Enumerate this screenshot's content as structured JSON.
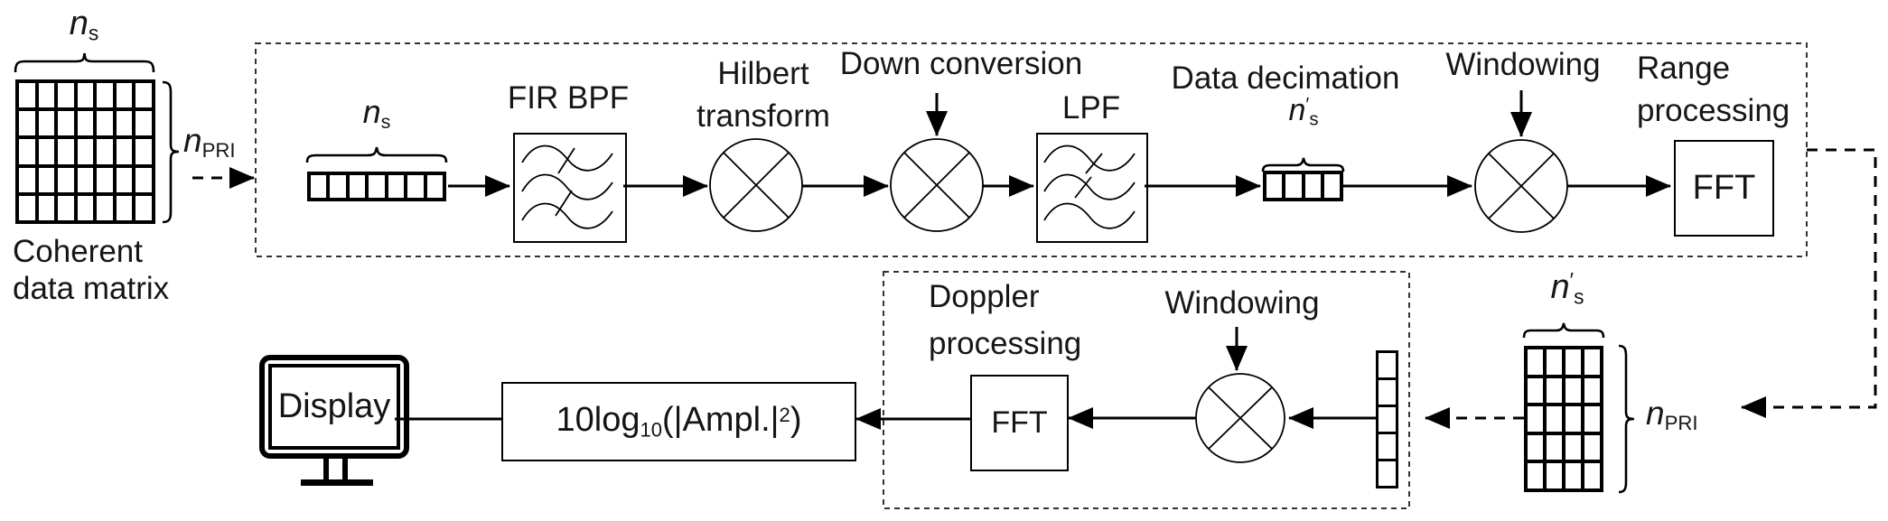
{
  "colors": {
    "ink": "#000000",
    "background": "#ffffff"
  },
  "coherent_matrix": {
    "caption_line1": "Coherent",
    "caption_line2": "data matrix",
    "cols_label": {
      "var": "n",
      "sub": "s"
    },
    "rows_label": {
      "var": "n",
      "sub": "PRI"
    }
  },
  "range_chain": {
    "input_vector_label": {
      "var": "n",
      "sub": "s"
    },
    "fir_bpf_label": "FIR BPF",
    "hilbert_line1": "Hilbert",
    "hilbert_line2": "transform",
    "down_conversion_label": "Down conversion",
    "lpf_label": "LPF",
    "data_decimation_label": "Data decimation",
    "decimated_vector_label": {
      "var": "n",
      "prime": "′",
      "sub": "s"
    },
    "windowing_label": "Windowing",
    "range_line1": "Range",
    "range_line2": "processing",
    "fft_label": "FFT"
  },
  "doppler_chain": {
    "matrix_cols_label": {
      "var": "n",
      "prime": "′",
      "sub": "s"
    },
    "matrix_rows_label": {
      "var": "n",
      "sub": "PRI"
    },
    "doppler_line1": "Doppler",
    "doppler_line2": "processing",
    "windowing_label": "Windowing",
    "fft_label": "FFT",
    "formula": {
      "prefix": "10log",
      "sub": "10",
      "body": "(|Ampl.|",
      "sup": "2",
      "close": ")"
    },
    "display_label": "Display"
  }
}
